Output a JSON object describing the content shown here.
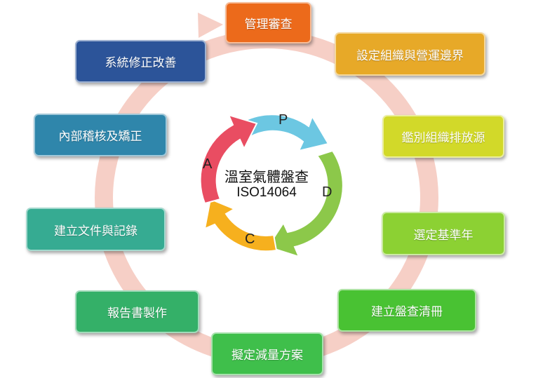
{
  "center": {
    "title": "溫室氣體盤查",
    "subtitle": "ISO14064"
  },
  "pdca": {
    "p": "P",
    "d": "D",
    "c": "C",
    "a": "A"
  },
  "steps": [
    {
      "label": "管理審查",
      "color": "#ec6a1b"
    },
    {
      "label": "設定組織與營運邊界",
      "color": "#e7a928"
    },
    {
      "label": "鑑別組織排放源",
      "color": "#d2d929"
    },
    {
      "label": "選定基準年",
      "color": "#8cd133"
    },
    {
      "label": "建立盤查清冊",
      "color": "#49c233"
    },
    {
      "label": "擬定減量方案",
      "color": "#3fbf4b"
    },
    {
      "label": "報告書製作",
      "color": "#34b068"
    },
    {
      "label": "建立文件與記錄",
      "color": "#36ab92"
    },
    {
      "label": "內部稽核及矯正",
      "color": "#2f86ab"
    },
    {
      "label": "系統修正改善",
      "color": "#2c5499"
    }
  ]
}
